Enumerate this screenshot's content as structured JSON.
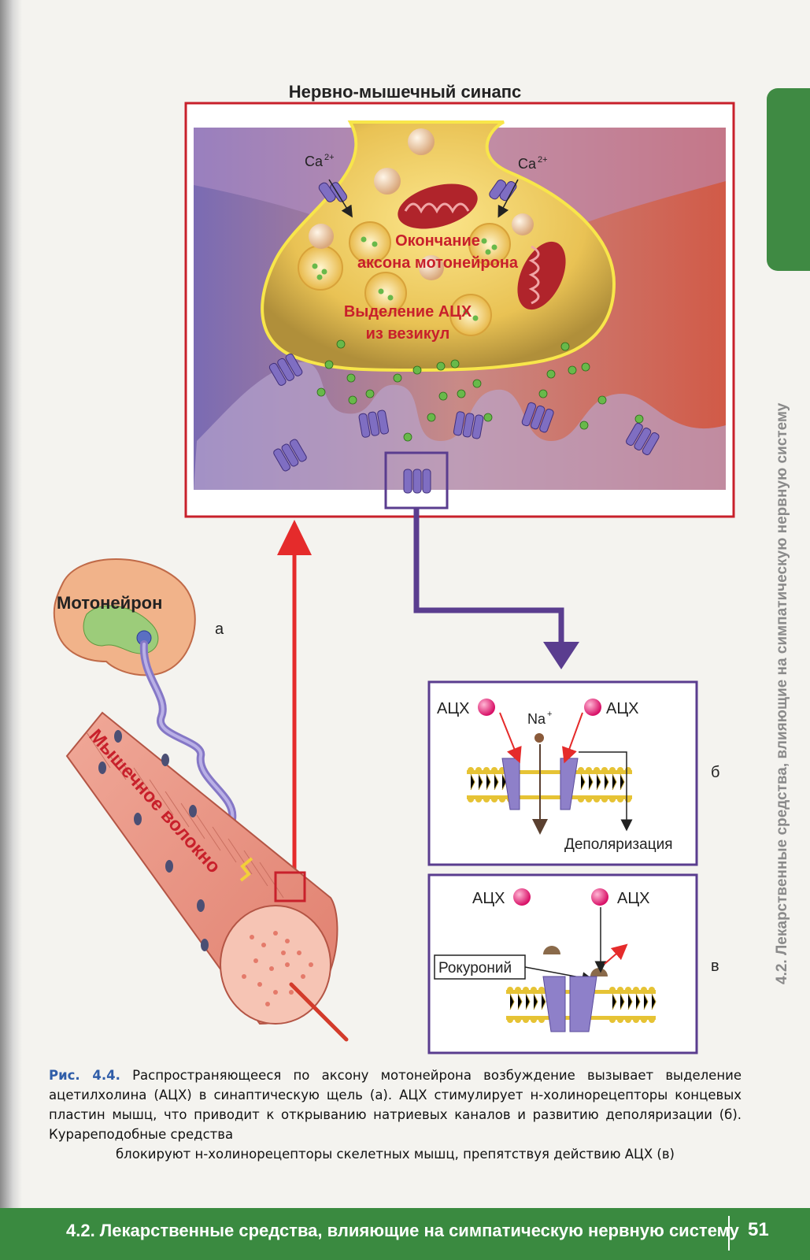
{
  "diagram_title": "Нервно-мышечный синапс",
  "synapse": {
    "ca_left": "Ca",
    "ca_right": "Ca",
    "ca_charge": "2+",
    "terminal_label_1": "Окончание",
    "terminal_label_2": "аксона мотонейрона",
    "release_label_1": "Выделение АЦХ",
    "release_label_2": "из везикул"
  },
  "neuron": {
    "motoneuron_label": "Мотонейрон",
    "fiber_label": "Мышечное волокно",
    "panel_letter": "а"
  },
  "panel_b": {
    "ach_left": "АЦХ",
    "ach_right": "АЦХ",
    "na_label": "Na",
    "na_charge": "+",
    "depol_label": "Деполяризация",
    "panel_letter": "б"
  },
  "panel_c": {
    "ach_left": "АЦХ",
    "ach_right": "АЦХ",
    "blocker_label": "Рокуроний",
    "panel_letter": "в"
  },
  "caption": {
    "fig_label": "Рис. 4.4.",
    "text_main": "Распространяющееся по аксону мотонейрона возбуждение вызывает выделение ацетилхолина (АЦХ) в синаптическую щель (а). АЦХ стимулирует н-холинорецепторы концевых пластин мышц, что приводит к открыванию натриевых каналов и развитию деполяризации (б). Курареподобные средства",
    "text_last": "блокируют н-холинорецепторы скелетных мышц, препятствуя действию АЦХ (в)"
  },
  "side_tab_text": "4.2. Лекарственные средства, влияющие  на симпатическую нервную систему",
  "footer": {
    "title": "4.2. Лекарственные средства, влияющие  на симпатическую нервную систему",
    "page_number": "51"
  },
  "colors": {
    "frame_red": "#c8202b",
    "frame_purple": "#5a3d8f",
    "footer_green": "#3a8a40",
    "ach_pink": "#e0126a"
  }
}
